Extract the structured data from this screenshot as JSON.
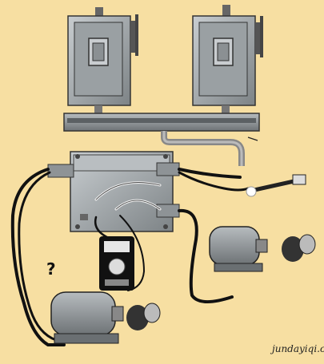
{
  "question_mark": "?",
  "watermark": "jundayiqi.cn",
  "colors": {
    "background": "#f7dfa2",
    "metal": "#9aa0a3",
    "metal_dark": "#4a4f52",
    "wire": "#111111",
    "wire_white": "#f2f2f2"
  },
  "icons": [
    "switch-panel",
    "junction-box",
    "conduit",
    "motor",
    "multimeter",
    "probe"
  ]
}
